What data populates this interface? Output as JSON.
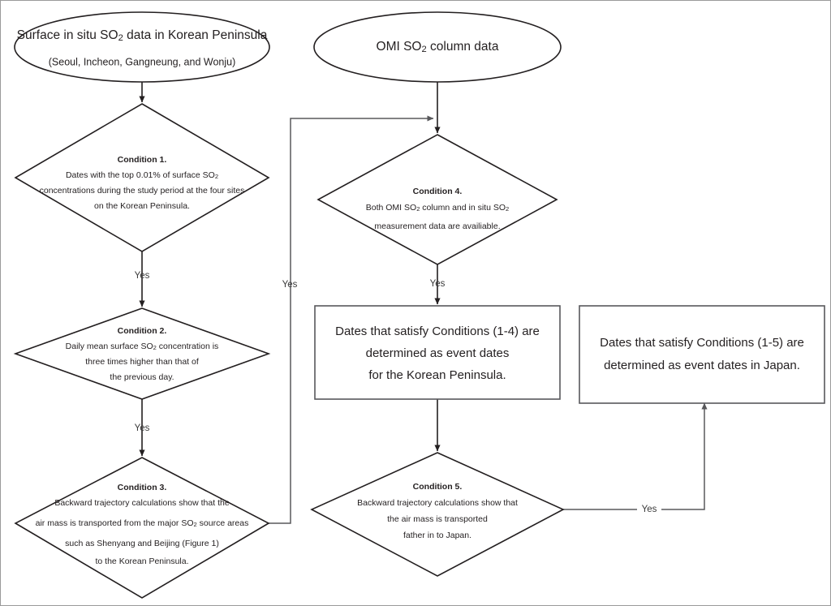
{
  "diagram": {
    "title": "SO2 event date selection flowchart",
    "colors": {
      "shape_stroke": "#231f20",
      "box_stroke": "#58585b",
      "connector": "#58585b",
      "text": "#231f20",
      "background": "#ffffff"
    }
  },
  "nodes": {
    "input_surface": {
      "type": "terminator-oval",
      "line1_a": "Surface in situ SO",
      "line1_sub": "2",
      "line1_b": " data in Korean Peninsula",
      "line2": "(Seoul, Incheon, Gangneung, and Wonju)"
    },
    "input_omi": {
      "type": "terminator-oval",
      "line1_a": "OMI SO",
      "line1_sub": "2",
      "line1_b": " column data"
    },
    "condition1": {
      "type": "decision-diamond",
      "title": "Condition 1.",
      "lines": [
        {
          "a": "Dates with the top 0.01% of surface SO",
          "sub": "2",
          "b": ""
        },
        {
          "a": "concentrations during the study period at the four sites",
          "sub": "",
          "b": ""
        },
        {
          "a": "on the Korean Peninsula.",
          "sub": "",
          "b": ""
        }
      ]
    },
    "condition2": {
      "type": "decision-diamond",
      "title": "Condition 2.",
      "lines": [
        {
          "a": "Daily mean surface SO",
          "sub": "2",
          "b": " concentration is"
        },
        {
          "a": "three times higher than that of",
          "sub": "",
          "b": ""
        },
        {
          "a": "the previous day.",
          "sub": "",
          "b": ""
        }
      ]
    },
    "condition3": {
      "type": "decision-diamond",
      "title": "Condition 3.",
      "lines": [
        {
          "a": "Backward trajectory calculations show that the",
          "sub": "",
          "b": ""
        },
        {
          "a": "air mass is transported from the major SO",
          "sub": "2",
          "b": " source areas"
        },
        {
          "a": "such as Shenyang and Beijing (Figure 1)",
          "sub": "",
          "b": ""
        },
        {
          "a": "to the Korean Peninsula.",
          "sub": "",
          "b": ""
        }
      ]
    },
    "condition4": {
      "type": "decision-diamond",
      "title": "Condition 4.",
      "lines": [
        {
          "a": "Both OMI SO",
          "sub": "2",
          "b": " column and in situ SO"
        },
        {
          "a": "measurement data are availiable.",
          "sub": "",
          "b": ""
        }
      ],
      "line1_trailing_sub": "2"
    },
    "condition5": {
      "type": "decision-diamond",
      "title": "Condition 5.",
      "lines": [
        {
          "a": "Backward trajectory calculations show that",
          "sub": "",
          "b": ""
        },
        {
          "a": "the air mass is transported",
          "sub": "",
          "b": ""
        },
        {
          "a": "father in to Japan.",
          "sub": "",
          "b": ""
        }
      ]
    },
    "result_korea": {
      "type": "process-box",
      "lines": [
        "Dates that satisfy Conditions (1-4) are",
        "determined as event dates",
        "for the Korean Peninsula."
      ]
    },
    "result_japan": {
      "type": "process-box",
      "lines": [
        "Dates that satisfy Conditions (1-5) are",
        "determined as event dates in Japan."
      ]
    }
  },
  "edges": {
    "surface_to_c1": {
      "label": ""
    },
    "c1_to_c2": {
      "label": "Yes"
    },
    "c2_to_c3": {
      "label": "Yes"
    },
    "c3_to_c4": {
      "label": "Yes"
    },
    "omi_to_c4": {
      "label": ""
    },
    "c4_to_korea": {
      "label": "Yes"
    },
    "korea_to_c5": {
      "label": ""
    },
    "c5_to_japan": {
      "label": "Yes"
    }
  }
}
